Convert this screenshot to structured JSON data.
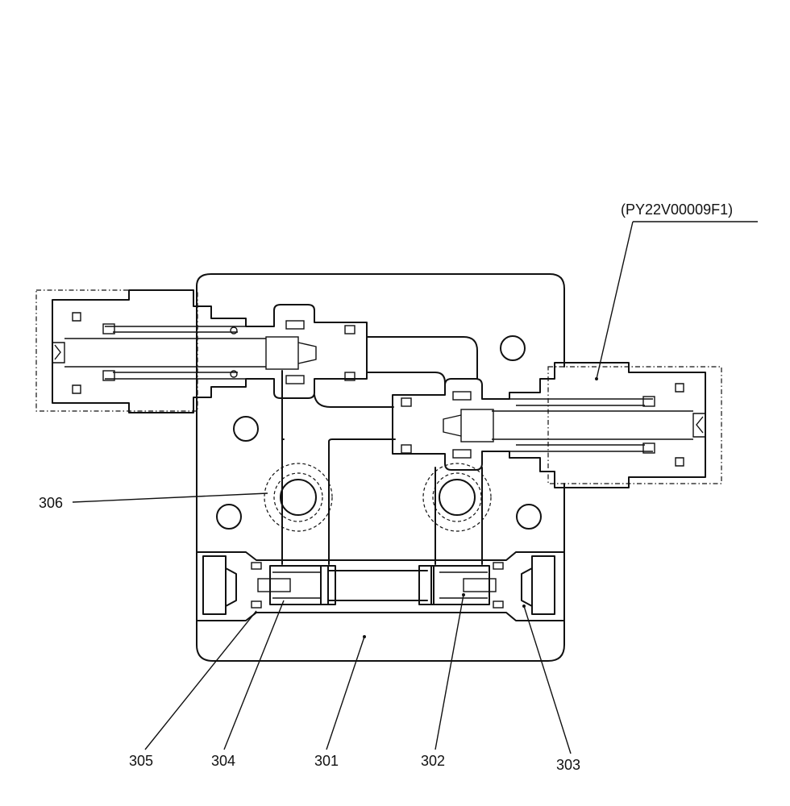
{
  "diagram": {
    "reference_code": "(PY22V00009F1)",
    "labels": {
      "part_301": "301",
      "part_302": "302",
      "part_303": "303",
      "part_304": "304",
      "part_305": "305",
      "part_306": "306"
    }
  }
}
